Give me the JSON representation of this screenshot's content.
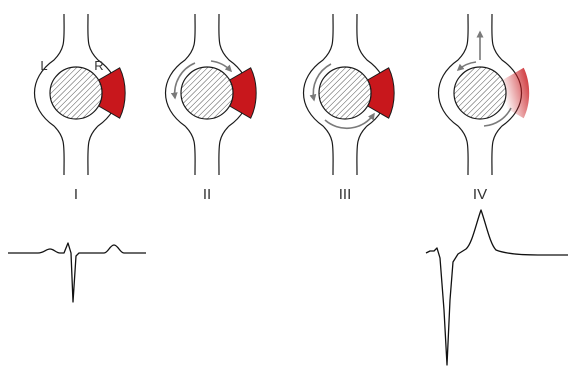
{
  "panels": [
    {
      "id": "I",
      "label": "I",
      "core_labels": {
        "left": "L",
        "right": "R"
      },
      "arrows": "none",
      "wedge": "solid"
    },
    {
      "id": "II",
      "label": "II",
      "arrows": "clockwise-pair",
      "wedge": "solid"
    },
    {
      "id": "III",
      "label": "III",
      "arrows": "lower-pair",
      "wedge": "solid"
    },
    {
      "id": "IV",
      "label": "IV",
      "arrows": "split",
      "wedge": "gradient"
    }
  ],
  "colors": {
    "wedge": "#c8171c",
    "outline": "#1a1a1a",
    "arrow": "#7a7a7a",
    "hatch": "#555555",
    "trace": "#111111"
  },
  "traces": [
    {
      "panel": "I",
      "shape": "small-biphasic-spike"
    },
    {
      "panel": "IV",
      "shape": "large-negative-then-positive"
    }
  ]
}
